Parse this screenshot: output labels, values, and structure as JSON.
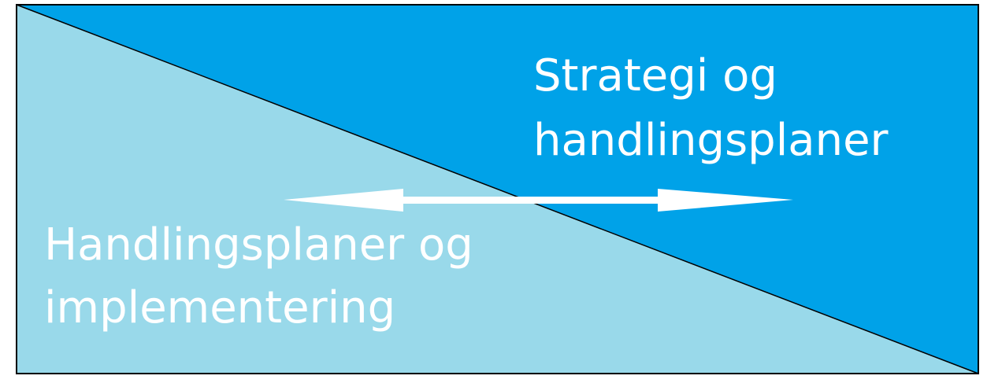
{
  "diagram": {
    "top_right_label": {
      "line1": "Strategi og",
      "line2": "handlingsplaner"
    },
    "bottom_left_label": {
      "line1": "Handlingsplaner og",
      "line2": "implementering"
    },
    "colors": {
      "top_right_fill": "#00A2E8",
      "bottom_left_fill": "#99D9EA",
      "border": "#000000",
      "text": "#FFFFFF",
      "arrow": "#FFFFFF"
    }
  }
}
